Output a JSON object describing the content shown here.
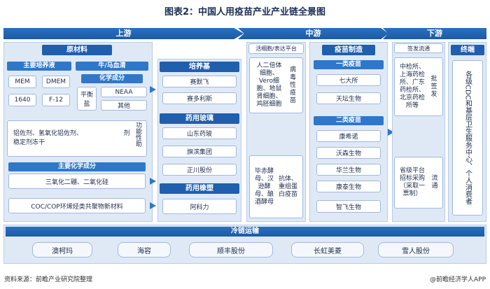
{
  "title": "图表2：中国人用疫苗产业产业链全景图",
  "stages": {
    "upstream": "上游",
    "midstream": "中游",
    "downstream": "下游"
  },
  "upstream": {
    "raw_materials": "原材料",
    "culture_medium": {
      "label": "主要培养液",
      "items": [
        "MEM",
        "DMEM",
        "1640",
        "F-12"
      ]
    },
    "serum": "牛/马血清",
    "chemicals": {
      "label": "化学成分",
      "items": [
        "平衡盐",
        "NEAA",
        "其他"
      ]
    },
    "adjuvant": {
      "text1": "铝佐剂、氢氧化铝佐剂、",
      "text2": "稳定剂冻干",
      "side": "剂",
      "func": "功能性助"
    },
    "main_chem": {
      "label": "主要化学成分",
      "text": "三氧化二硼、二氧化硅"
    },
    "coc": "COC/COP环烯烃类共聚物新材料",
    "culture_base": {
      "label": "培养基",
      "items": [
        "赛默飞",
        "赛多利斯"
      ]
    },
    "glass": {
      "label": "药用玻璃",
      "items": [
        "山东药玻",
        "旗滨集团",
        "正川股份"
      ]
    },
    "rubber": {
      "label": "药用橡塑",
      "items": [
        "阿科力"
      ]
    }
  },
  "midstream": {
    "platform": "活细胞/表达平台",
    "cells": "人二倍体细胞、Vero细胞、地鼠肾细胞、鸡胚细胞",
    "virus_vaccine": "病毒性疫苗",
    "yeast": "毕赤酵母、汉逊酵母、酿酒酵母",
    "recombinant": "抗体、重组蛋白疫苗",
    "manufacturing": "疫苗制造",
    "class1": {
      "label": "一类疫苗",
      "items": [
        "七大所",
        "天坛生物"
      ]
    },
    "class2": {
      "label": "二类疫苗",
      "items": [
        "康希诺",
        "沃森生物",
        "华兰生物",
        "康泰生物",
        "智飞生物"
      ]
    }
  },
  "downstream": {
    "approval": "签发流通",
    "inspection": "中检所、上海药检所、广东药检所、北京药检所等",
    "batch_release": "批签发",
    "procurement": "省级平台招标采购（采取一票制）",
    "circulation": "流通",
    "terminal": "终端",
    "terminal_text": "各级CDC和基层卫生服务中心、个人消费者"
  },
  "cold_chain": {
    "label": "冷链运输",
    "items": [
      "澳柯玛",
      "海容",
      "顺丰股份",
      "长虹美菱",
      "雪人股份"
    ]
  },
  "footer": {
    "source": "资料来源：前瞻产业研究院整理",
    "brand": "@前瞻经济学人APP"
  }
}
